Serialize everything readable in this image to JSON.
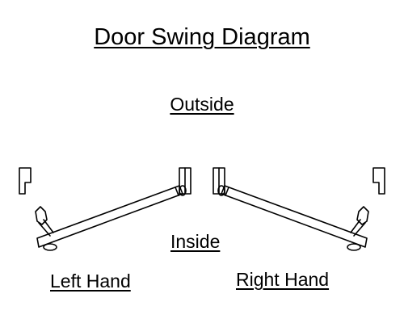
{
  "diagram": {
    "title": "Door Swing Diagram",
    "outside_label": "Outside",
    "inside_label": "Inside",
    "left_hand_label": "Left Hand",
    "right_hand_label": "Right Hand"
  },
  "colors": {
    "background": "#ffffff",
    "ink": "#000000"
  }
}
